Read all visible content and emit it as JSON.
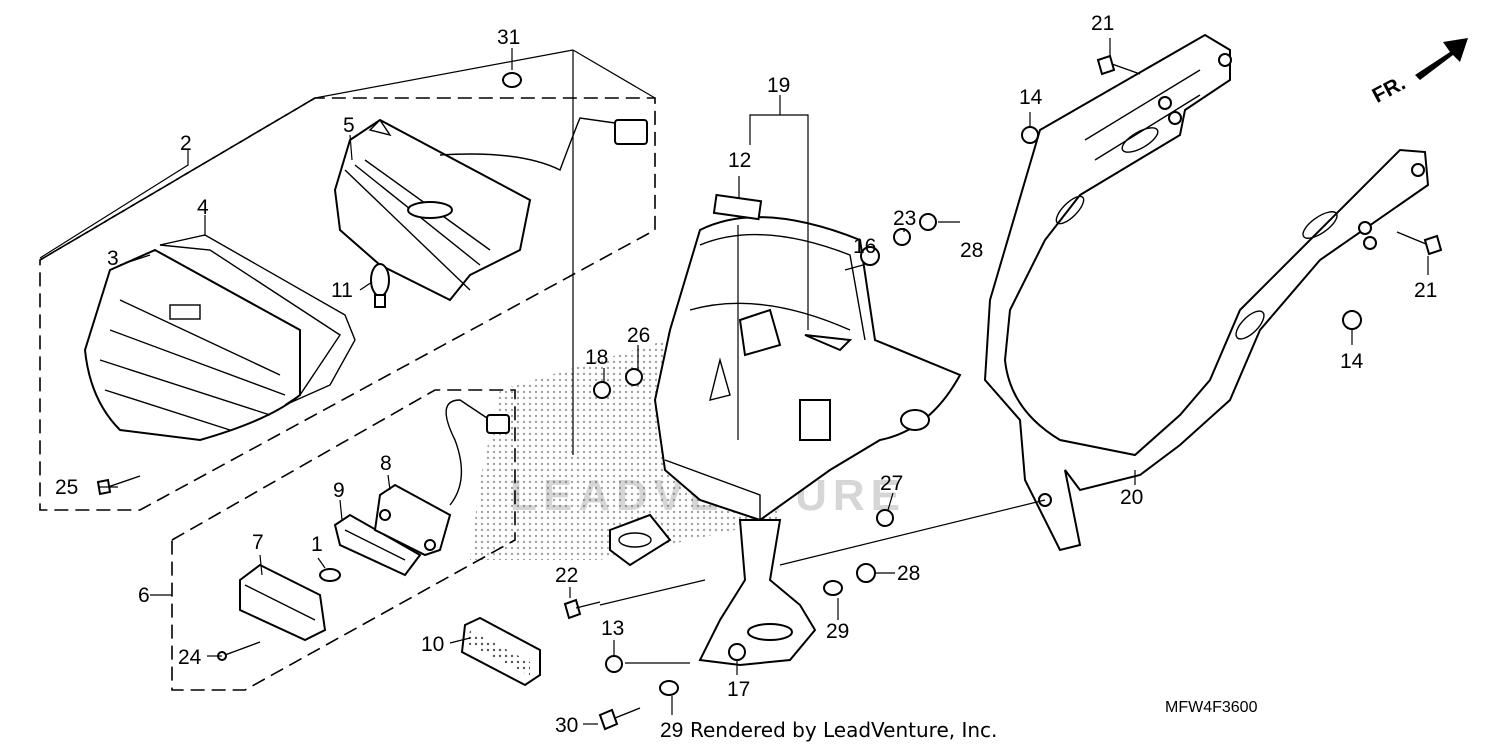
{
  "diagram": {
    "fr_label": "FR.",
    "drawing_code": "MFW4F3600",
    "credit": "Rendered by LeadVenture, Inc.",
    "watermark": "LEADVENTURE",
    "callouts": {
      "c1": "1",
      "c2": "2",
      "c3": "3",
      "c4": "4",
      "c5": "5",
      "c6": "6",
      "c7": "7",
      "c8": "8",
      "c9": "9",
      "c10": "10",
      "c11": "11",
      "c12": "12",
      "c13": "13",
      "c14a": "14",
      "c14b": "14",
      "c16": "16",
      "c17": "17",
      "c18": "18",
      "c19": "19",
      "c20": "20",
      "c21a": "21",
      "c21b": "21",
      "c22": "22",
      "c23": "23",
      "c24": "24",
      "c25": "25",
      "c26": "26",
      "c27": "27",
      "c28a": "28",
      "c28b": "28",
      "c29a": "29",
      "c29b": "29",
      "c30": "30",
      "c31": "31"
    }
  }
}
